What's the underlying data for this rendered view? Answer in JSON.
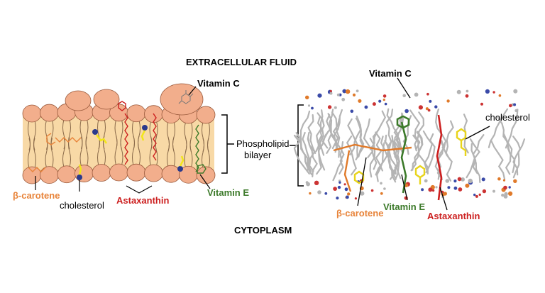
{
  "diagram": {
    "region_top": "EXTRACELLULAR FLUID",
    "region_bottom": "CYTOPLASM",
    "center_label": {
      "line1": "Phospholipid",
      "line2": "bilayer"
    },
    "left_panel": {
      "vitamin_c": "Vitamin C",
      "beta_carotene": "β-carotene",
      "cholesterol": "cholesterol",
      "astaxanthin": "Astaxanthin",
      "vitamin_e": "Vitamin E"
    },
    "right_panel": {
      "vitamin_c": "Vitamin C",
      "cholesterol": "cholesterol",
      "beta_carotene": "β-carotene",
      "vitamin_e": "Vitamin E",
      "astaxanthin": "Astaxanthin"
    }
  },
  "colors": {
    "head": "#f2ae8c",
    "head_stroke": "#9a5a3c",
    "core": "#f8d9a6",
    "tail": "#8a6a4a",
    "beta_carotene": "#e8843a",
    "astaxanthin": "#cc1f1f",
    "vitamin_e": "#3c7a2a",
    "cholesterol_ball": "#2a3a8c",
    "cholesterol_ring": "#f2e61a",
    "md_tail": "#b4b4b4",
    "md_blue": "#3a4aa8",
    "md_red": "#cc3333",
    "md_orange": "#e07a2a"
  }
}
